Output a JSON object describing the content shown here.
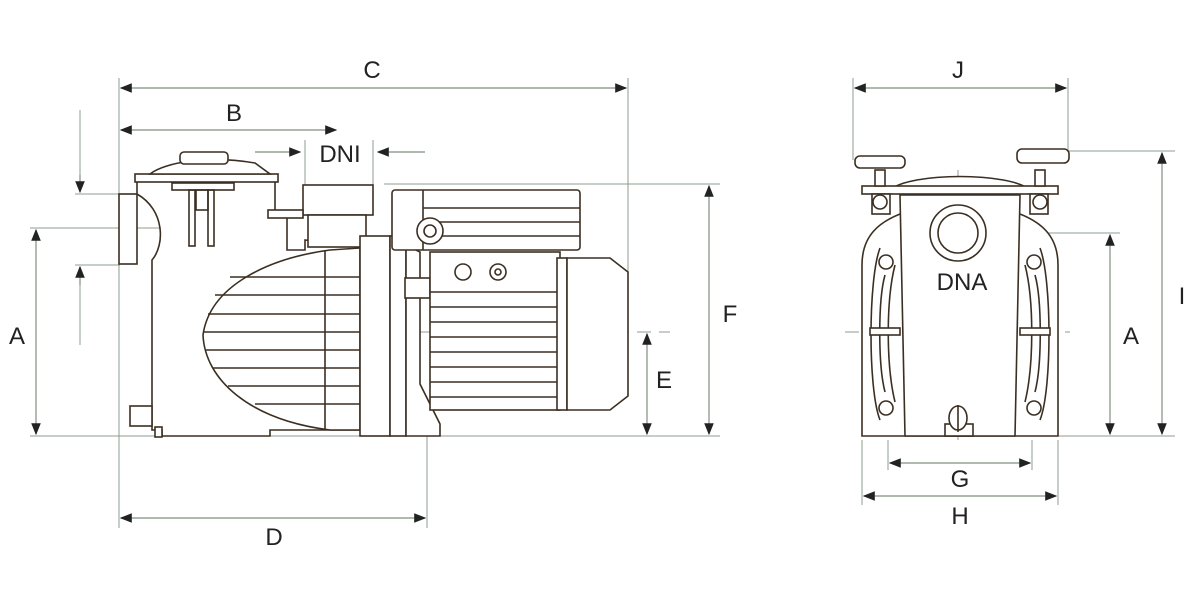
{
  "side_view": {
    "labels": {
      "C": "C",
      "B": "B",
      "DNI": "DNI",
      "A": "A",
      "E": "E",
      "F": "F",
      "D": "D"
    }
  },
  "front_view": {
    "labels": {
      "J": "J",
      "DNA": "DNA",
      "A": "A",
      "I": "I",
      "G": "G",
      "H": "H"
    }
  },
  "colors": {
    "line": "#3b2f22",
    "dimension": "#7f8f80"
  }
}
